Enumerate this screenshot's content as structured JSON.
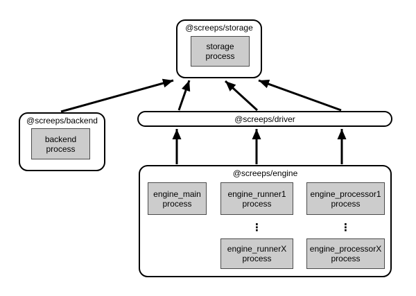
{
  "nodes": {
    "storage": {
      "title": "@screeps/storage",
      "process": "storage process"
    },
    "backend": {
      "title": "@screeps/backend",
      "process": "backend process"
    },
    "driver": {
      "title": "@screeps/driver"
    },
    "engine": {
      "title": "@screeps/engine",
      "main": "engine_main process",
      "runner1": "engine_runner1 process",
      "runnerX": "engine_runnerX process",
      "processor1": "engine_processor1 process",
      "processorX": "engine_processorX process",
      "ellipsis": "⋮"
    }
  },
  "edges": [
    {
      "from": "@screeps/backend",
      "to": "@screeps/storage"
    },
    {
      "from": "@screeps/driver",
      "to": "@screeps/storage"
    },
    {
      "from": "@screeps/driver",
      "to": "@screeps/storage"
    },
    {
      "from": "@screeps/driver",
      "to": "@screeps/storage"
    },
    {
      "from": "@screeps/engine",
      "to": "@screeps/driver"
    },
    {
      "from": "@screeps/engine",
      "to": "@screeps/driver"
    },
    {
      "from": "@screeps/engine",
      "to": "@screeps/driver"
    }
  ],
  "colors": {
    "process_fill": "#cccccc",
    "border": "#000000",
    "background": "#ffffff",
    "arrow": "#000000"
  }
}
